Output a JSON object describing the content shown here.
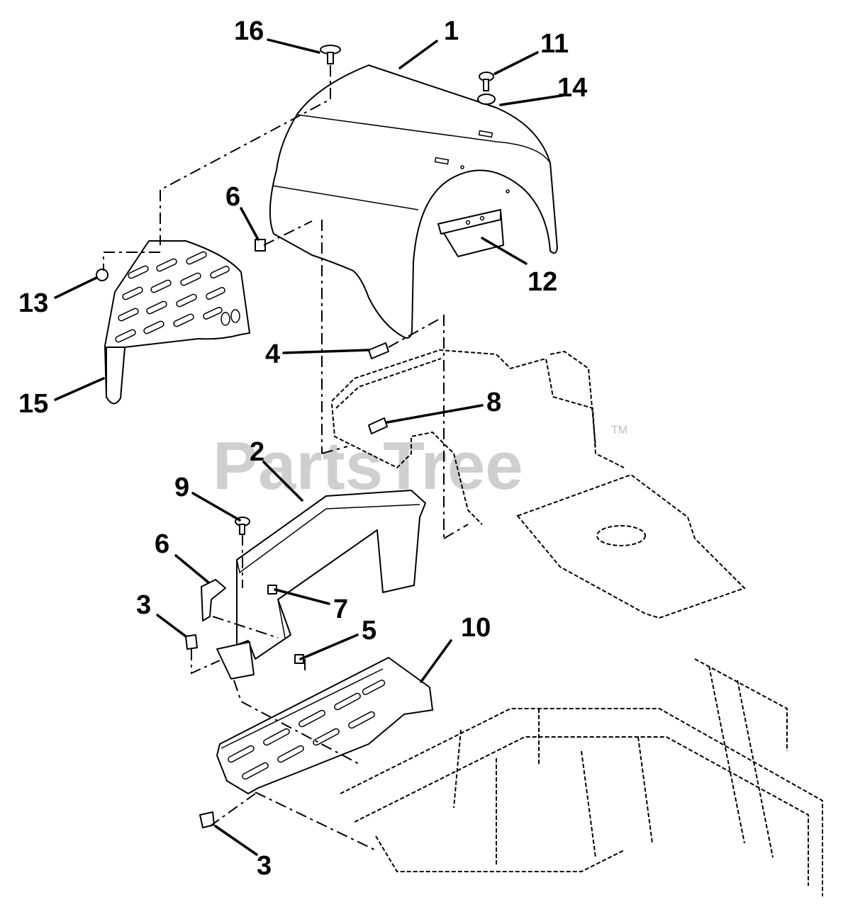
{
  "watermark": {
    "text": "PartsTree",
    "tm": "TM"
  },
  "callouts": [
    {
      "label": "16"
    },
    {
      "label": "1"
    },
    {
      "label": "11"
    },
    {
      "label": "14"
    },
    {
      "label": "6"
    },
    {
      "label": "12"
    },
    {
      "label": "13"
    },
    {
      "label": "4"
    },
    {
      "label": "15"
    },
    {
      "label": "8"
    },
    {
      "label": "2"
    },
    {
      "label": "9"
    },
    {
      "label": "6"
    },
    {
      "label": "7"
    },
    {
      "label": "3"
    },
    {
      "label": "10"
    },
    {
      "label": "5"
    },
    {
      "label": "3"
    }
  ]
}
